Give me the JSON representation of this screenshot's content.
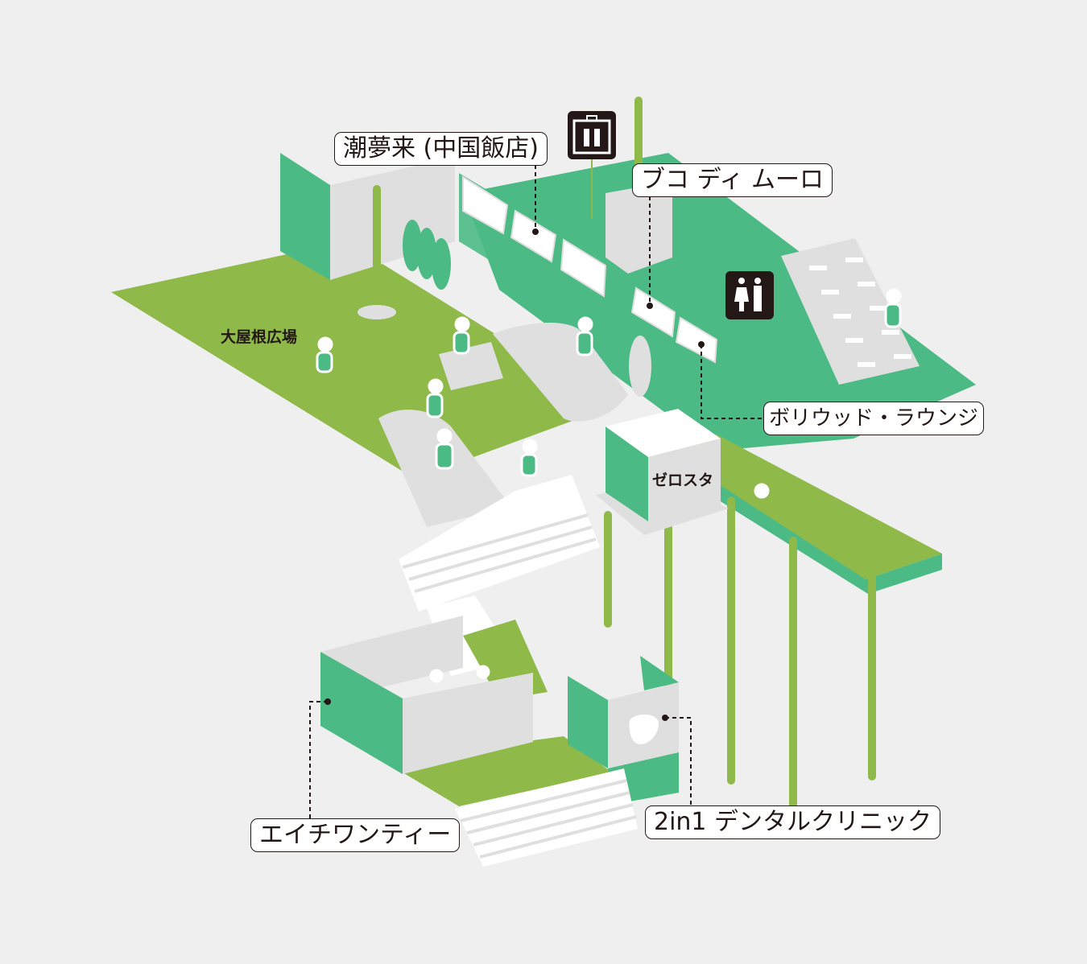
{
  "labels": {
    "chomurai": "潮夢来 (中国飯店)",
    "buco": "ブコ ディ ムーロ",
    "bollywood": "ボリウッド・ラウンジ",
    "zerosta": "ゼロスタ",
    "plaza": "大屋根広場",
    "h1t": "エイチワンティー",
    "dental": "2in1 デンタルクリニック"
  },
  "icons": [
    "elevator-icon",
    "restroom-icon"
  ],
  "colors": {
    "background": "#efefef",
    "green": "#4cba85",
    "lime": "#8fba4a",
    "gray": "#e0dfe0",
    "white": "#ffffff",
    "ink": "#231815"
  }
}
